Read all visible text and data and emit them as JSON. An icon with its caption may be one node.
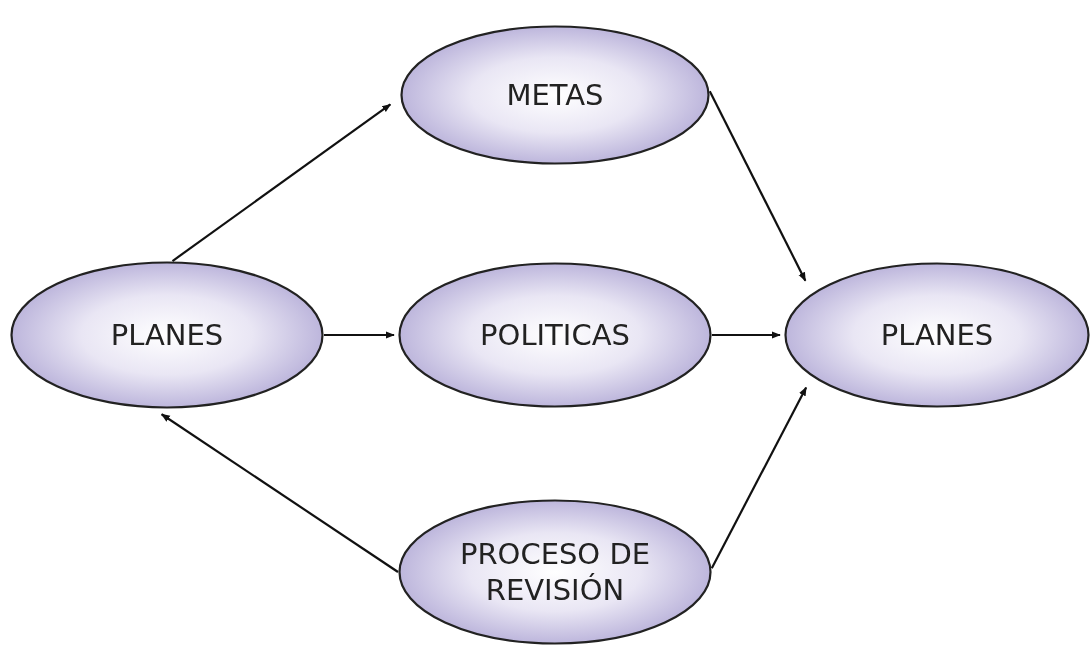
{
  "diagram": {
    "nodes": [
      {
        "text": [
          "METAS"
        ]
      },
      {
        "text": [
          "PLANES"
        ]
      },
      {
        "text": [
          "POLITICAS"
        ]
      },
      {
        "text": [
          "PLANES"
        ]
      },
      {
        "text": [
          "PROCESO DE REVISIÓN"
        ]
      }
    ],
    "edges": [
      {
        "from": 1,
        "to": 0,
        "arrow": "to"
      },
      {
        "from": 0,
        "to": 3,
        "arrow": "to"
      },
      {
        "from": 1,
        "to": 2,
        "arrow": "to"
      },
      {
        "from": 2,
        "to": 3,
        "arrow": "to"
      },
      {
        "from": 4,
        "to": 1,
        "arrow": "to"
      },
      {
        "from": 4,
        "to": 3,
        "arrow": "to"
      }
    ]
  }
}
